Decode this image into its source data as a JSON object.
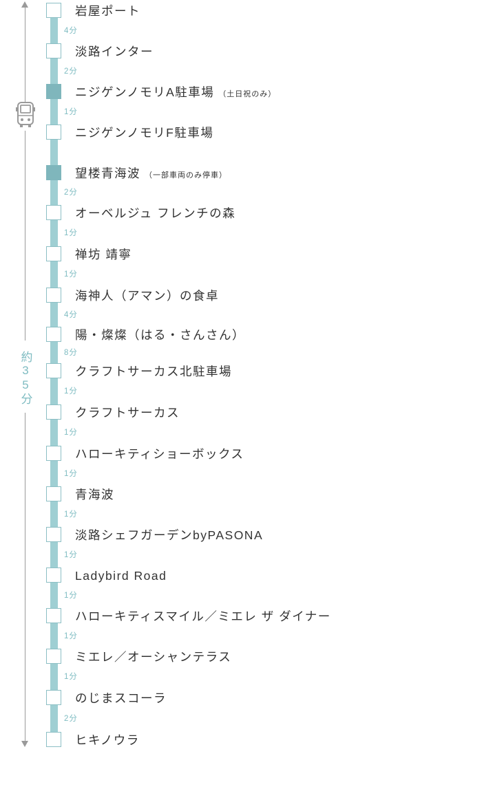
{
  "total_time": "約35分",
  "stops": [
    {
      "name": "岩屋ポート",
      "note": "",
      "skip": false
    },
    {
      "name": "淡路インター",
      "note": "",
      "skip": false
    },
    {
      "name": "ニジゲンノモリA駐車場",
      "note": "（土日祝のみ）",
      "skip": true
    },
    {
      "name": "ニジゲンノモリF駐車場",
      "note": "",
      "skip": false
    },
    {
      "name": "望楼青海波",
      "note": "（一部車両のみ停車）",
      "skip": true
    },
    {
      "name": "オーベルジュ フレンチの森",
      "note": "",
      "skip": false
    },
    {
      "name": "禅坊 靖寧",
      "note": "",
      "skip": false
    },
    {
      "name": "海神人（アマン）の食卓",
      "note": "",
      "skip": false
    },
    {
      "name": "陽・燦燦（はる・さんさん）",
      "note": "",
      "skip": false
    },
    {
      "name": "クラフトサーカス北駐車場",
      "note": "",
      "skip": false
    },
    {
      "name": "クラフトサーカス",
      "note": "",
      "skip": false
    },
    {
      "name": "ハローキティショーボックス",
      "note": "",
      "skip": false
    },
    {
      "name": "青海波",
      "note": "",
      "skip": false
    },
    {
      "name": "淡路シェフガーデンbyPASONA",
      "note": "",
      "skip": false
    },
    {
      "name": "Ladybird Road",
      "note": "",
      "skip": false
    },
    {
      "name": "ハローキティスマイル／ミエレ ザ ダイナー",
      "note": "",
      "skip": false
    },
    {
      "name": "ミエレ／オーシャンテラス",
      "note": "",
      "skip": false
    },
    {
      "name": "のじまスコーラ",
      "note": "",
      "skip": false
    },
    {
      "name": "ヒキノウラ",
      "note": "",
      "skip": false
    }
  ],
  "segments": [
    {
      "after_stop": 0,
      "time": "4分"
    },
    {
      "after_stop": 1,
      "time": "2分"
    },
    {
      "after_stop": 2,
      "time": "1分"
    },
    {
      "after_stop": 4,
      "time": "2分"
    },
    {
      "after_stop": 5,
      "time": "1分"
    },
    {
      "after_stop": 6,
      "time": "1分"
    },
    {
      "after_stop": 7,
      "time": "4分"
    },
    {
      "after_stop": 8,
      "time": "8分"
    },
    {
      "after_stop": 9,
      "time": "1分"
    },
    {
      "after_stop": 10,
      "time": "1分"
    },
    {
      "after_stop": 11,
      "time": "1分"
    },
    {
      "after_stop": 12,
      "time": "1分"
    },
    {
      "after_stop": 13,
      "time": "1分"
    },
    {
      "after_stop": 14,
      "time": "1分"
    },
    {
      "after_stop": 15,
      "time": "1分"
    },
    {
      "after_stop": 16,
      "time": "1分"
    },
    {
      "after_stop": 17,
      "time": "2分"
    }
  ]
}
